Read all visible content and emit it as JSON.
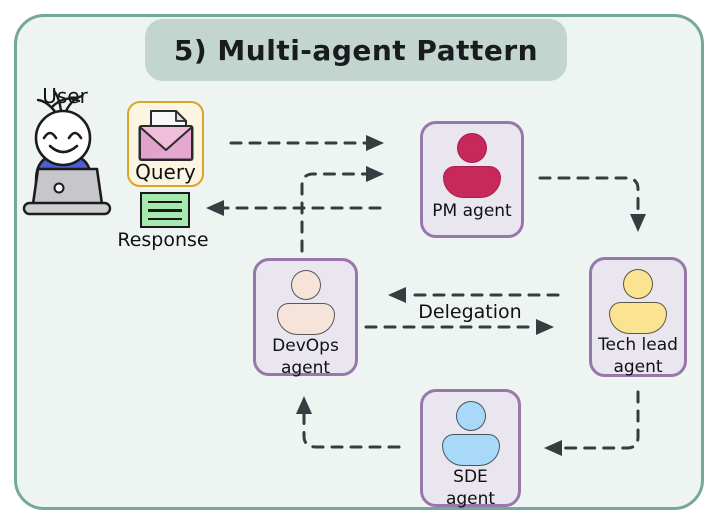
{
  "title": "5) Multi-agent Pattern",
  "user": {
    "label": "User"
  },
  "artifacts": {
    "query": {
      "label": "Query"
    },
    "response": {
      "label": "Response"
    }
  },
  "agents": {
    "pm": {
      "line1": "PM agent",
      "icon_color": "#c7295b"
    },
    "tech_lead": {
      "line1": "Tech lead",
      "line2": "agent",
      "icon_color": "#fbe491"
    },
    "devops": {
      "line1": "DevOps",
      "line2": "agent",
      "icon_color": "#f6e4da"
    },
    "sde": {
      "line1": "SDE",
      "line2": "agent",
      "icon_color": "#a8d9f8"
    }
  },
  "edges": {
    "delegation_label": "Delegation"
  },
  "colors": {
    "frame_border": "#74a89c",
    "canvas_bg": "#eef4f1",
    "title_bg": "#c2d5ce",
    "agent_box_bg": "#eae6f0",
    "agent_box_border": "#9878aa",
    "query_box_bg": "#fcf5e2",
    "query_box_border": "#daa52a",
    "response_bg": "#a6e9ae",
    "arrow": "#363c40",
    "user_shirt": "#4a5fd6",
    "laptop": "#c7c7cb",
    "envelope_front": "#e3a4ce",
    "envelope_back": "#f0bedb"
  }
}
